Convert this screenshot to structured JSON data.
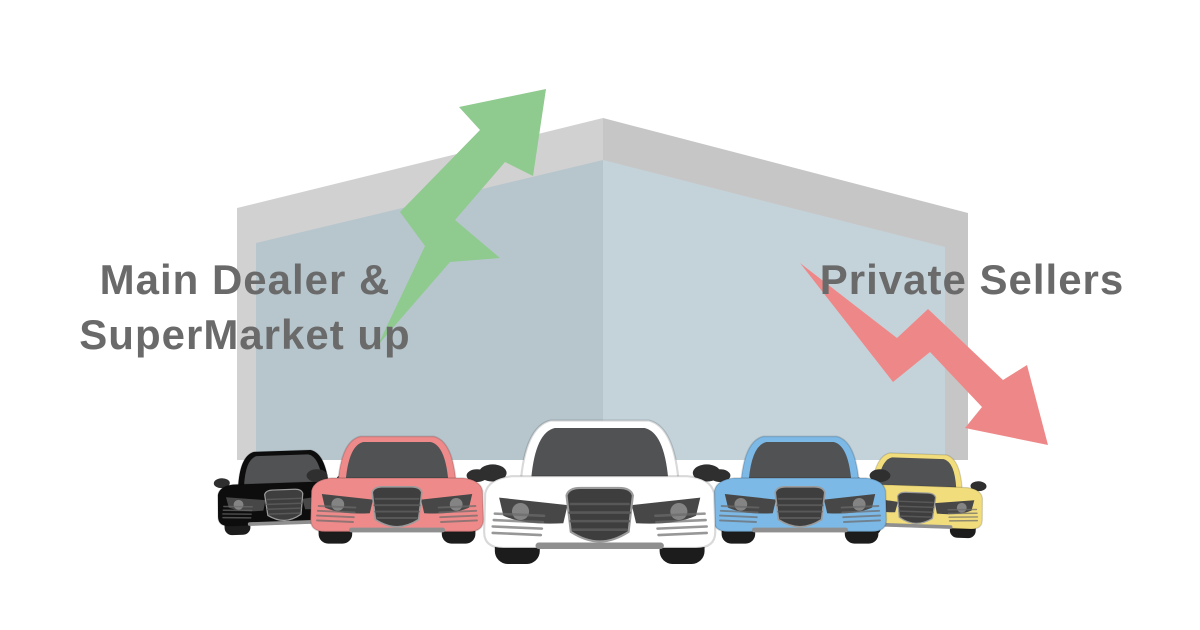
{
  "scene": {
    "left_label_line1": "Main Dealer &",
    "left_label_line2": "SuperMarket up",
    "right_label": "Private Sellers"
  },
  "colors": {
    "background": "#ffffff",
    "text": "#6a6a6a",
    "arrow_up": "#8fca8e",
    "arrow_down": "#ee8888",
    "building_frame_left": "#d1d1d1",
    "building_frame_right": "#c6c6c6",
    "building_wall_left": "#b7c6cd",
    "building_wall_right": "#c4d3da"
  },
  "icons": {
    "up_arrow": "trend-up-zigzag-arrow-icon",
    "down_arrow": "trend-down-zigzag-arrow-icon"
  },
  "cars": [
    {
      "label": "black car",
      "color": "#0d0d0d"
    },
    {
      "label": "red car",
      "color": "#ee8a8a"
    },
    {
      "label": "white car",
      "color": "#ffffff"
    },
    {
      "label": "blue car",
      "color": "#7db9e6"
    },
    {
      "label": "yellow car",
      "color": "#f2dd7c"
    }
  ]
}
